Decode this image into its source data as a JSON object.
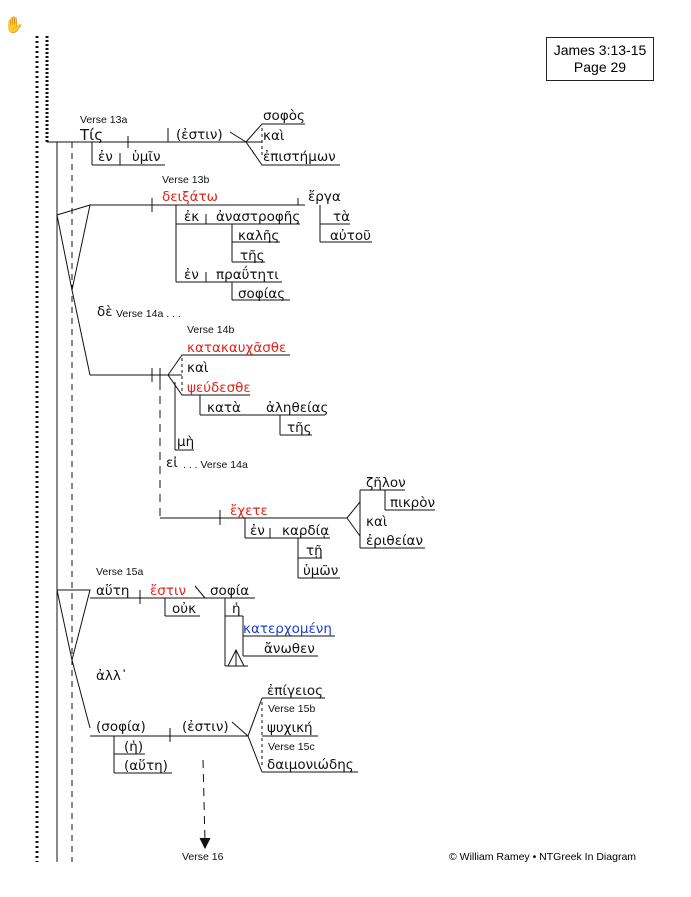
{
  "reference": {
    "line1": "James 3:13-15",
    "line2": "Page 29"
  },
  "credit": "© William Ramey • NTGreek In Diagram",
  "hand_icon": "✋",
  "labels": {
    "verse_13a": "Verse 13a",
    "verse_13b": "Verse 13b",
    "verse_14a": "Verse 14a . . .",
    "verse_14b": "Verse 14b",
    "verse_14a_2": ". . . Verse 14a",
    "verse_15a": "Verse 15a",
    "verse_15b": "Verse 15b",
    "verse_15c": "Verse 15c",
    "verse_16": "Verse 16"
  },
  "words": {
    "tis": "Τίς",
    "estin_1": "(ἐστιν)",
    "sophos": "σοφὸς",
    "kai_1": "καὶ",
    "epistemon": "ἐπιστήμων",
    "en_1": "ἐν",
    "humin": "ὑμῖν",
    "deixato": "δειξάτω",
    "erga": "ἔργα",
    "ta": "τὰ",
    "autou": "αὐτοῦ",
    "ek": "ἐκ",
    "anastrophes": "ἀναστροφῆς",
    "kales": "καλῆς",
    "tes_1": "τῆς",
    "en_2": "ἐν",
    "prauteti": "πραΰτητι",
    "sophias": "σοφίας",
    "de": "δὲ",
    "katakauchasthe": "κατακαυχᾶσθε",
    "kai_2": "καὶ",
    "pseudesthe": "ψεύδεσθε",
    "kata": "κατὰ",
    "aletheias": "ἀληθείας",
    "tes_2": "τῆς",
    "me": "μὴ",
    "ei": "εἰ",
    "zelon": "ζῆλον",
    "pikron": "πικρὸν",
    "kai_3": "καὶ",
    "eritheian": "ἐριθείαν",
    "echete": "ἔχετε",
    "en_3": "ἐν",
    "kardia": "καρδίᾳ",
    "te": "τῇ",
    "humon": "ὑμῶν",
    "aute_1": "αὕτη",
    "estin_2": "ἔστιν",
    "sophia_1": "σοφία",
    "ouk": "οὐκ",
    "he_1": "ἡ",
    "katerchomene": "κατερχομένη",
    "anothen": "ἄνωθεν",
    "all": "ἀλλ᾽",
    "epigeios": "ἐπίγειος",
    "sophia_2": "(σοφία)",
    "estin_3": "(ἐστιν)",
    "psychike": "ψυχική",
    "he_2": "(ἡ)",
    "aute_2": "(αὕτη)",
    "daimoniodes": "δαιμονιώδης"
  }
}
